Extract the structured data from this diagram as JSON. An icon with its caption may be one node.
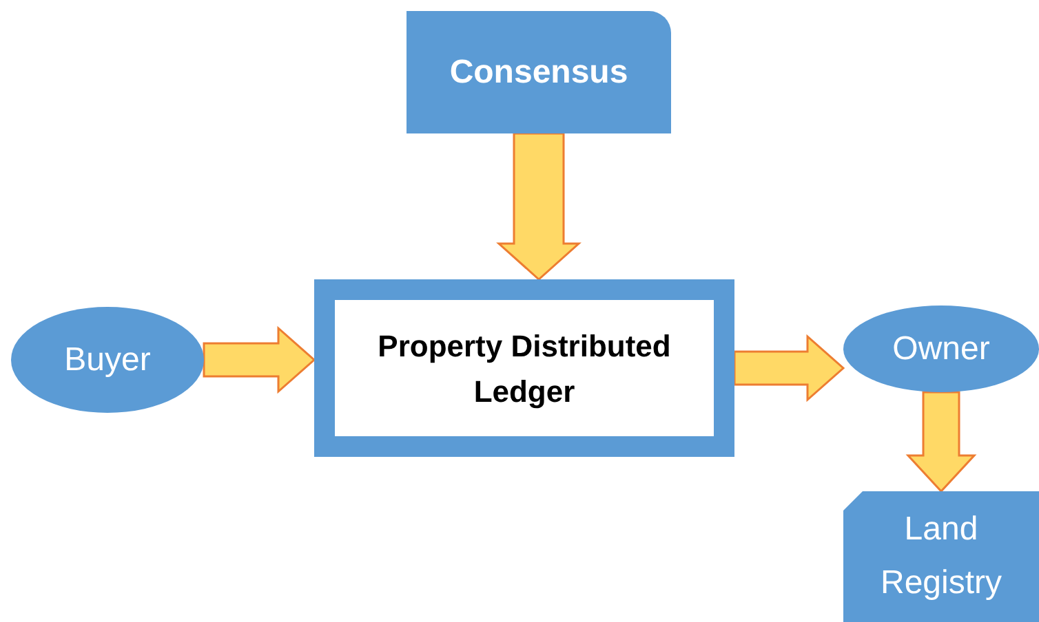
{
  "diagram": {
    "nodes": [
      {
        "text": [
          "Consensus"
        ]
      },
      {
        "text": [
          "Buyer"
        ]
      },
      {
        "text": [
          "Property Distributed Ledger"
        ]
      },
      {
        "text": [
          "Owner"
        ]
      },
      {
        "text": [
          "Land Registry"
        ]
      }
    ],
    "edges": [
      {
        "from": 0,
        "to": 2,
        "arrow": "to"
      },
      {
        "from": 1,
        "to": 2,
        "arrow": "to"
      },
      {
        "from": 2,
        "to": 3,
        "arrow": "to"
      },
      {
        "from": 3,
        "to": 4,
        "arrow": "to"
      }
    ]
  }
}
